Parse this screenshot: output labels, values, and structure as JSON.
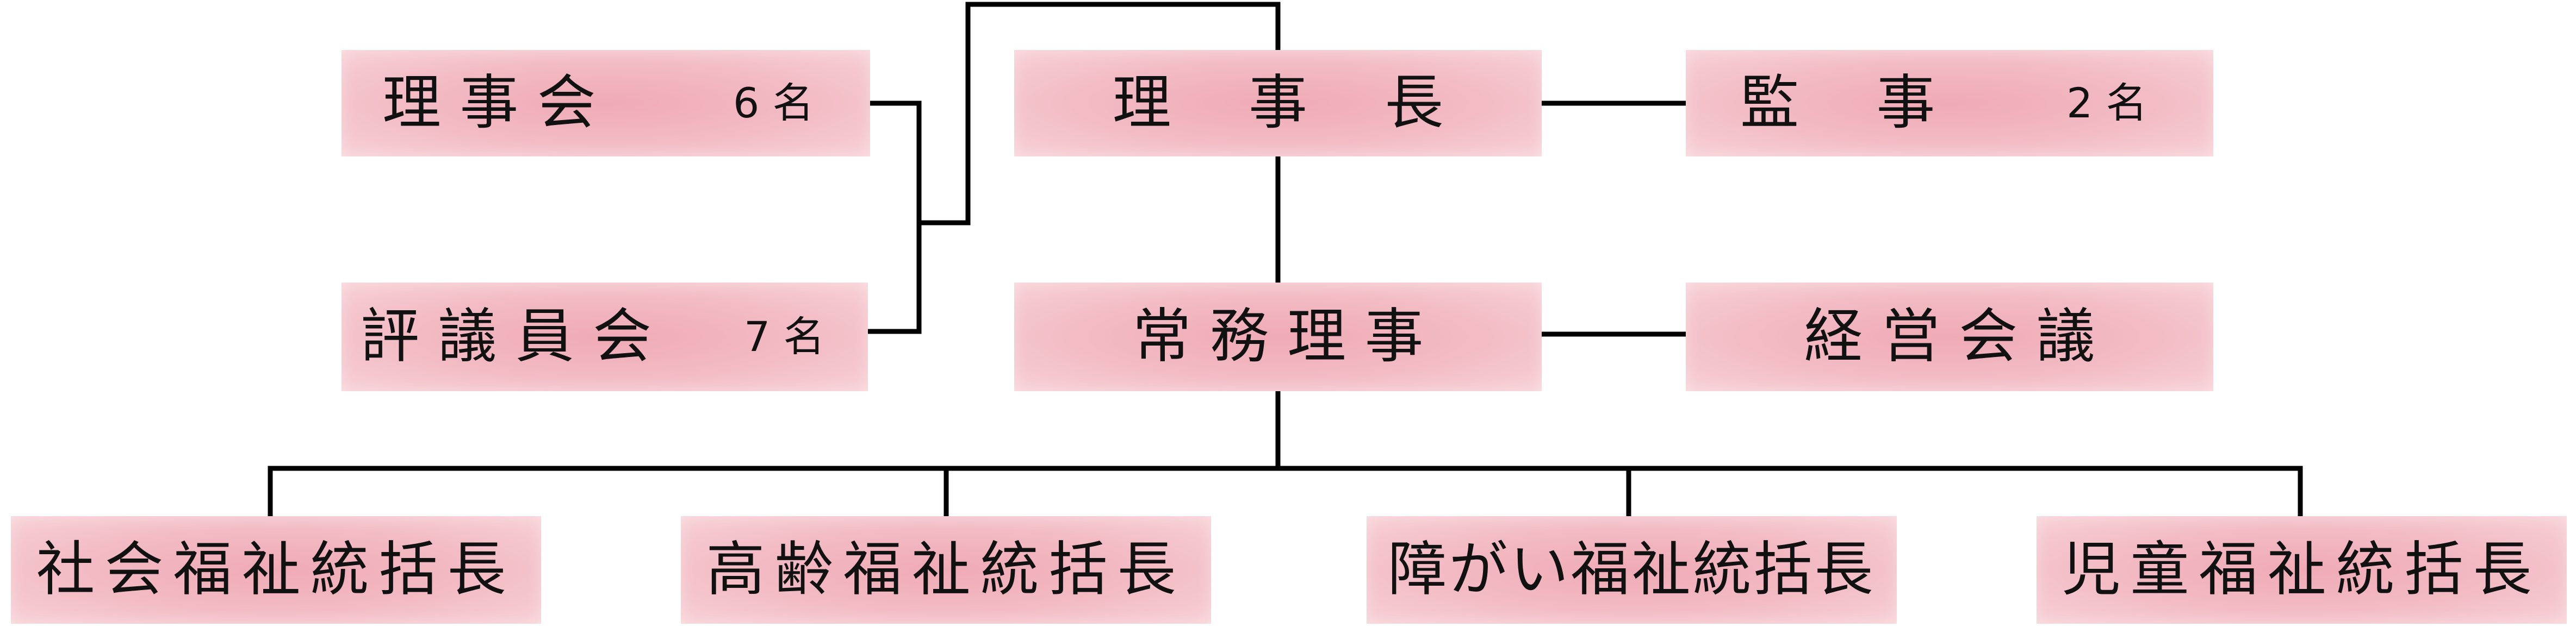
{
  "org_chart": {
    "board": {
      "name": "理 事 会",
      "count": "6 名"
    },
    "chairman": {
      "name": "理　 事　 長"
    },
    "auditors": {
      "name": "監　 事",
      "count": "2 名"
    },
    "councilors": {
      "name": "評 議 員 会",
      "count": "7 名"
    },
    "executive_director": {
      "name": "常 務 理 事"
    },
    "management_council": {
      "name": "経 営 会 議"
    },
    "divisions": [
      {
        "name": "社会福祉統括長"
      },
      {
        "name": "高齢福祉統括長"
      },
      {
        "name": "障がい福祉統括長"
      },
      {
        "name": "児童福祉統括長"
      }
    ]
  },
  "colors": {
    "box_fill": "#f3bcc5",
    "line": "#000000",
    "text": "#111111"
  }
}
